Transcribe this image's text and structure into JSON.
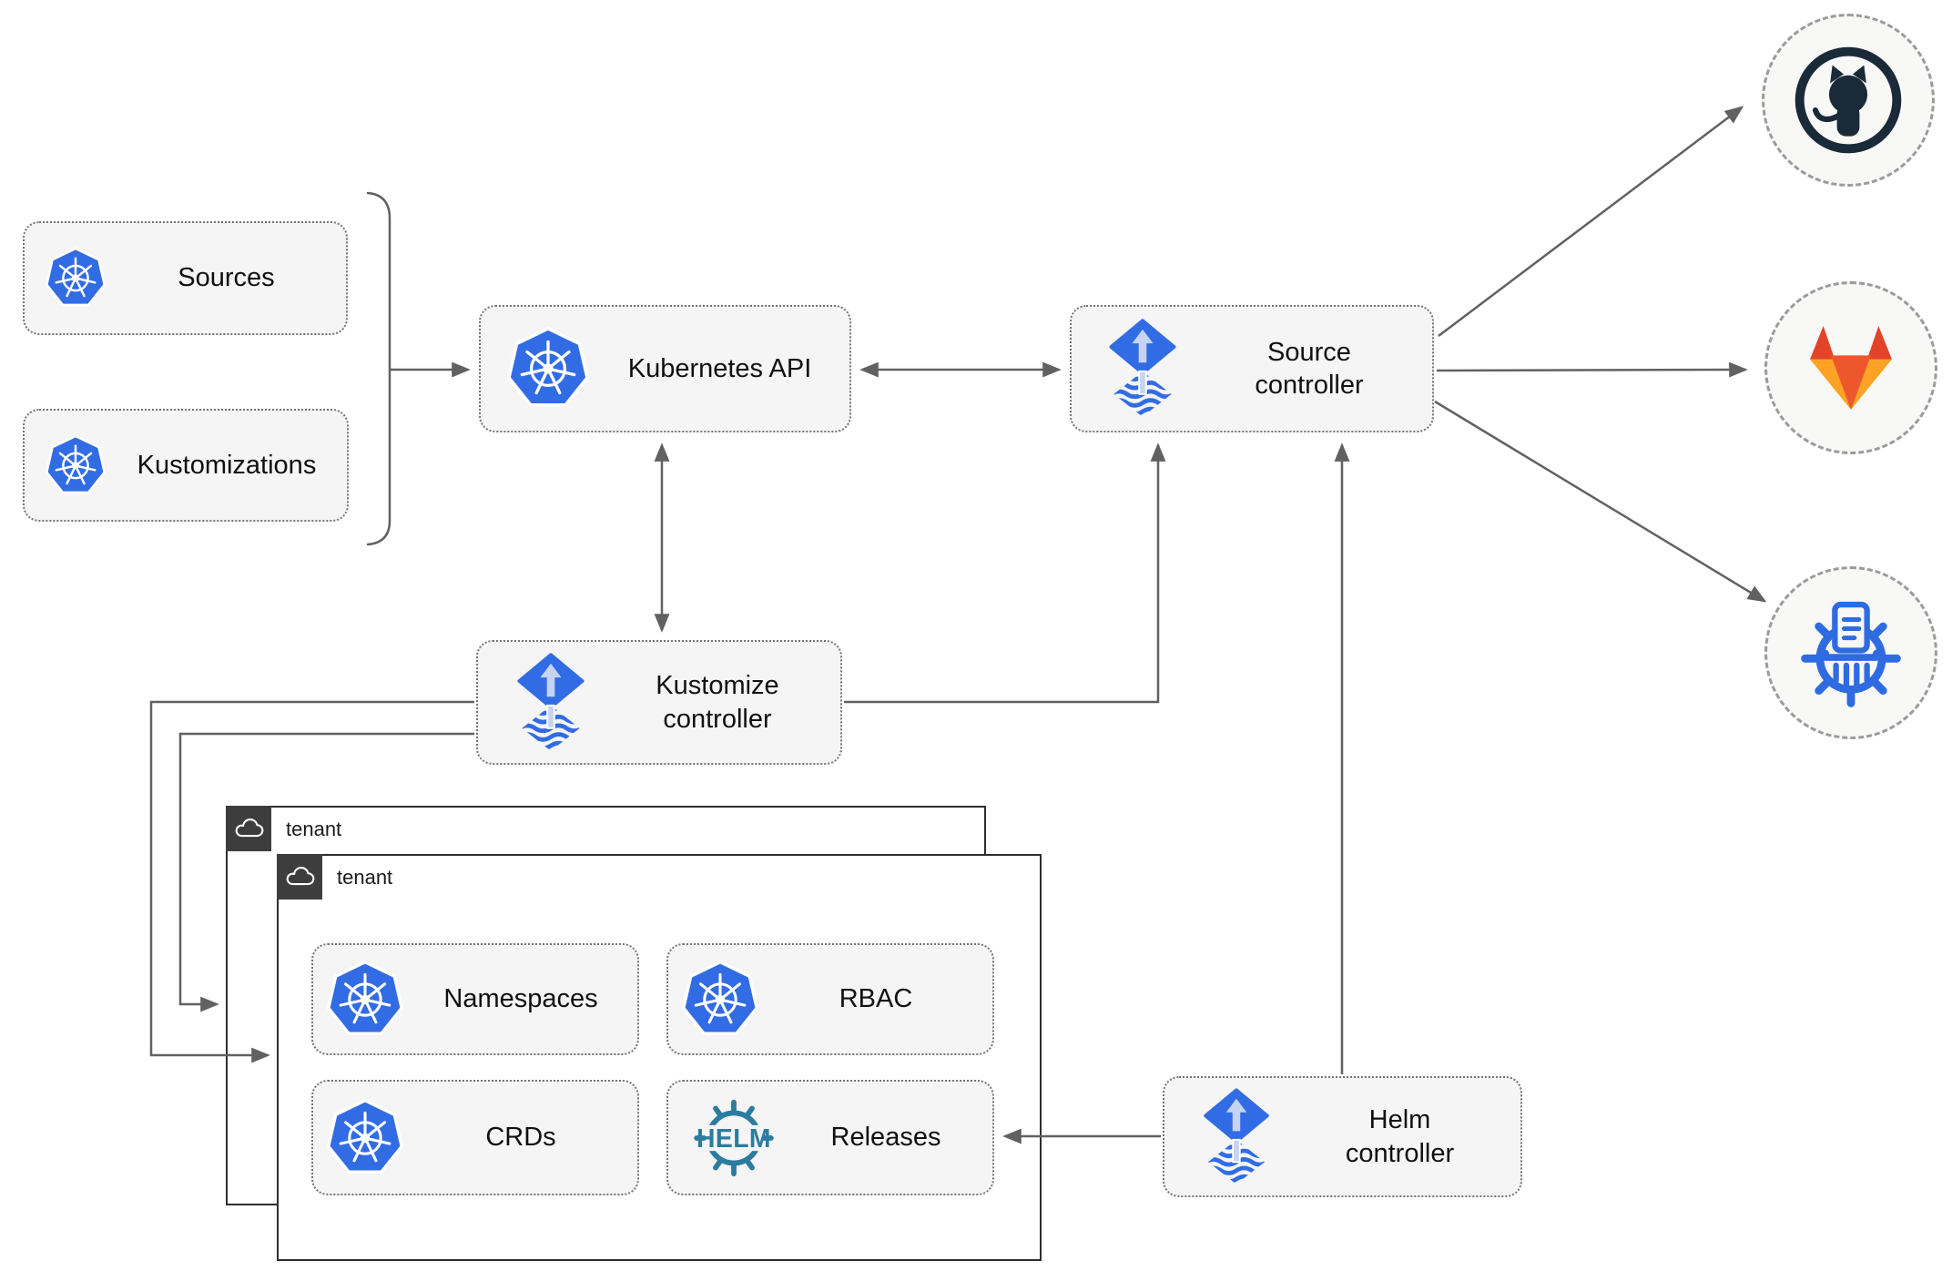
{
  "nodes": {
    "sources": "Sources",
    "kustomizations": "Kustomizations",
    "kubernetes_api": "Kubernetes API",
    "source_controller": "Source controller",
    "kustomize_controller": "Kustomize controller",
    "helm_controller": "Helm controller",
    "namespaces": "Namespaces",
    "rbac": "RBAC",
    "crds": "CRDs",
    "releases": "Releases"
  },
  "tenants": {
    "back": "tenant",
    "front": "tenant"
  },
  "helm_logo_text": "HELM",
  "icons": [
    "kubernetes-icon",
    "flux-icon",
    "helm-icon",
    "github-icon",
    "gitlab-icon",
    "kustomize-registry-icon",
    "cloud-icon"
  ],
  "connections": [
    {
      "from": "sources-and-kustomizations",
      "to": "kubernetes-api",
      "type": "arrow"
    },
    {
      "from": "kubernetes-api",
      "to": "source-controller",
      "type": "bidirectional"
    },
    {
      "from": "kubernetes-api",
      "to": "kustomize-controller",
      "type": "bidirectional"
    },
    {
      "from": "kustomize-controller",
      "to": "source-controller",
      "type": "arrow"
    },
    {
      "from": "helm-controller",
      "to": "source-controller",
      "type": "arrow"
    },
    {
      "from": "helm-controller",
      "to": "releases",
      "type": "arrow"
    },
    {
      "from": "kustomize-controller",
      "to": "tenant-front",
      "type": "arrow"
    },
    {
      "from": "kustomize-controller",
      "to": "tenant-back",
      "type": "arrow"
    },
    {
      "from": "source-controller",
      "to": "github",
      "type": "arrow"
    },
    {
      "from": "source-controller",
      "to": "gitlab",
      "type": "arrow"
    },
    {
      "from": "source-controller",
      "to": "kustomize-registry",
      "type": "arrow"
    }
  ],
  "colors": {
    "node_fill": "#f5f5f5",
    "node_border": "#747474",
    "line": "#616161",
    "tenant_border": "#2e2e2e",
    "tenant_tab": "#3d3d3d",
    "kubernetes_blue": "#326ce5",
    "flux_blue": "#316ce4",
    "flux_arrow_light": "#c6d3f2",
    "helm_teal": "#2b7c9e",
    "github_dark": "#1b2a38",
    "gitlab_dark_orange": "#e24329",
    "gitlab_mid_orange": "#ec582c",
    "gitlab_light_orange": "#fca326",
    "circle_fill": "#f8f8f6"
  }
}
